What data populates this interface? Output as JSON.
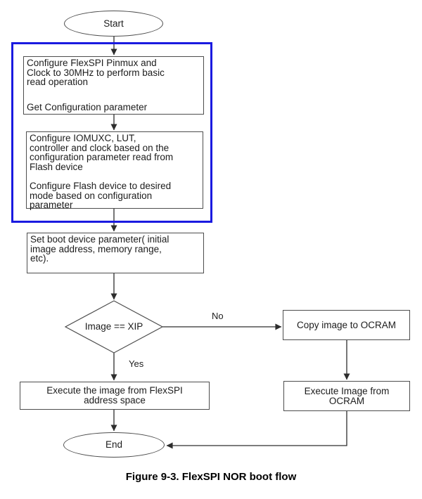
{
  "figure": {
    "caption": "Figure 9-3. FlexSPI NOR boot flow"
  },
  "colors": {
    "highlight_box": "#1a1ae0",
    "node_border": "#4d4d4d",
    "connector": "#2d2d2d",
    "text": "#1c1c1c",
    "background": "#ffffff"
  },
  "nodes": {
    "start": {
      "label": "Start"
    },
    "configure_clock": {
      "lines": [
        "Configure FlexSPI Pinmux and",
        "Clock to 30MHz to perform basic",
        "read operation"
      ],
      "lines2": [
        "Get Configuration parameter"
      ]
    },
    "configure_iomuxc": {
      "lines": [
        "Configure IOMUXC, LUT,",
        "controller and clock based on the",
        "configuration parameter read from",
        "Flash device"
      ],
      "lines2": [
        "Configure Flash device to desired",
        "mode based on configuration",
        "parameter"
      ]
    },
    "set_boot_device": {
      "lines": [
        "Set boot device parameter( initial",
        "image address, memory range,",
        "etc)."
      ]
    },
    "decision_xip": {
      "label": "Image == XIP"
    },
    "copy_ocram": {
      "label": "Copy image to OCRAM"
    },
    "execute_flexspi": {
      "lines": [
        "Execute the image from FlexSPI",
        "address space"
      ]
    },
    "execute_ocram": {
      "lines": [
        "Execute Image from",
        "OCRAM"
      ]
    },
    "end": {
      "label": "End"
    }
  },
  "edges": {
    "yes_label": "Yes",
    "no_label": "No"
  }
}
